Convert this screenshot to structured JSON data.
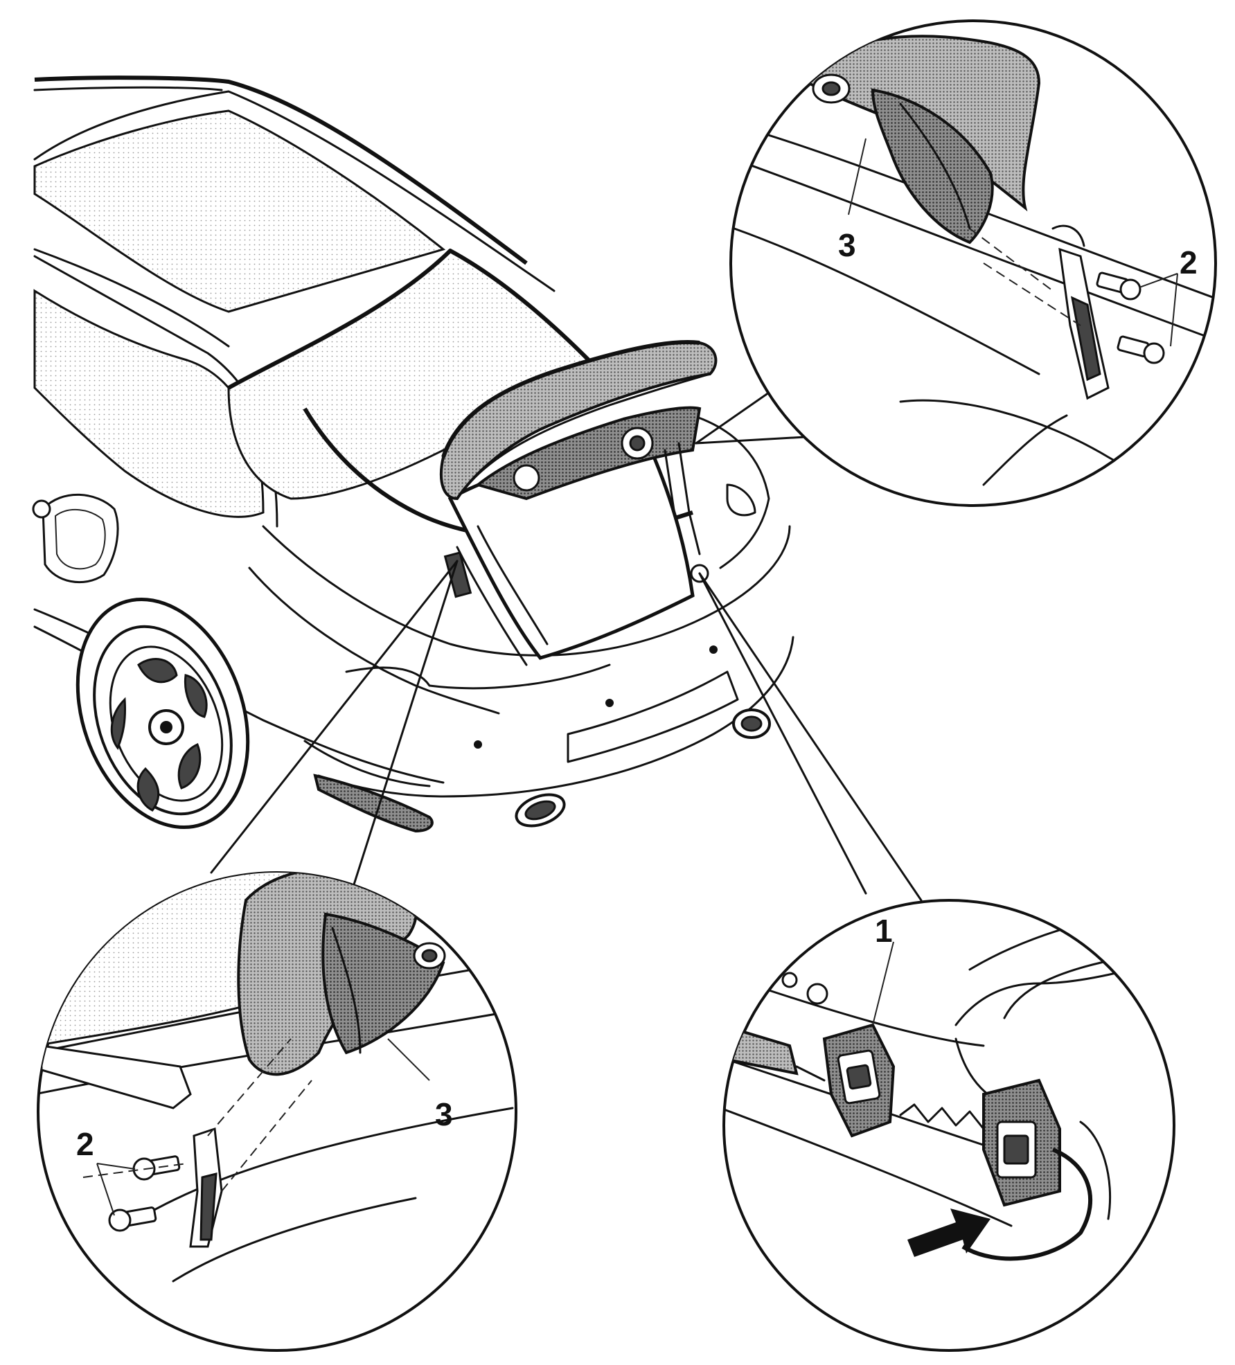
{
  "diagram": {
    "callouts": {
      "c1": "1",
      "c2_top": "2",
      "c2_bottom": "2",
      "c3_top": "3",
      "c3_bottom": "3"
    },
    "colors": {
      "line": "#111111",
      "shading": "#8a8a8a",
      "background": "#ffffff"
    }
  }
}
